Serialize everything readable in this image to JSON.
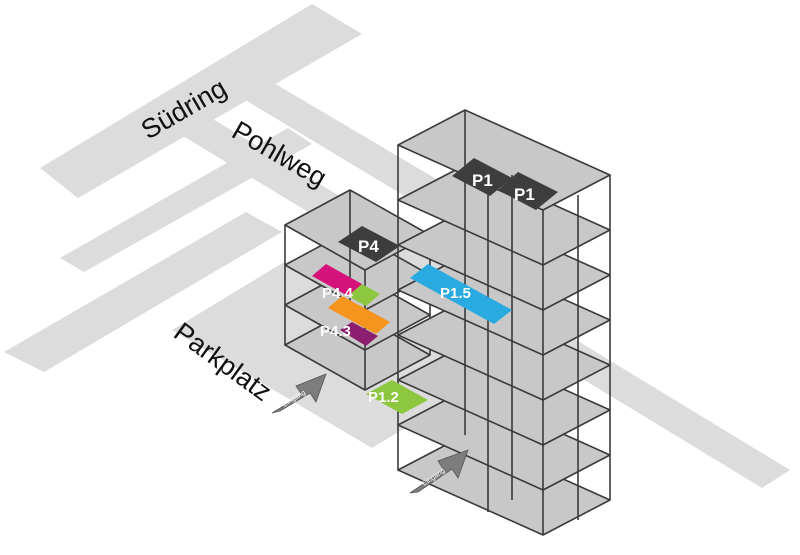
{
  "streets": {
    "suedring": "Südring",
    "pohlweg": "Pohlweg",
    "parkplatz": "Parkplatz"
  },
  "decks": {
    "p1_left": "P1",
    "p1_right": "P1",
    "p4": "P4"
  },
  "zones": {
    "p4_4": "P4.4",
    "p4_3": "P4.3",
    "p1_5": "P1.5",
    "p1_2": "P1.2"
  },
  "entrances": {
    "left": "Eingang",
    "right": "Eingang"
  },
  "colors": {
    "street": "#dcdcdc",
    "floor": "#c8c8c8",
    "outline": "#3a3a3a",
    "label_dark": "#3d3d3d",
    "magenta": "#d5127a",
    "lime": "#8dc63f",
    "orange": "#f7941d",
    "purple": "#8b1e6f",
    "cyan": "#29abe2",
    "arrow": "#7d7d7d"
  }
}
